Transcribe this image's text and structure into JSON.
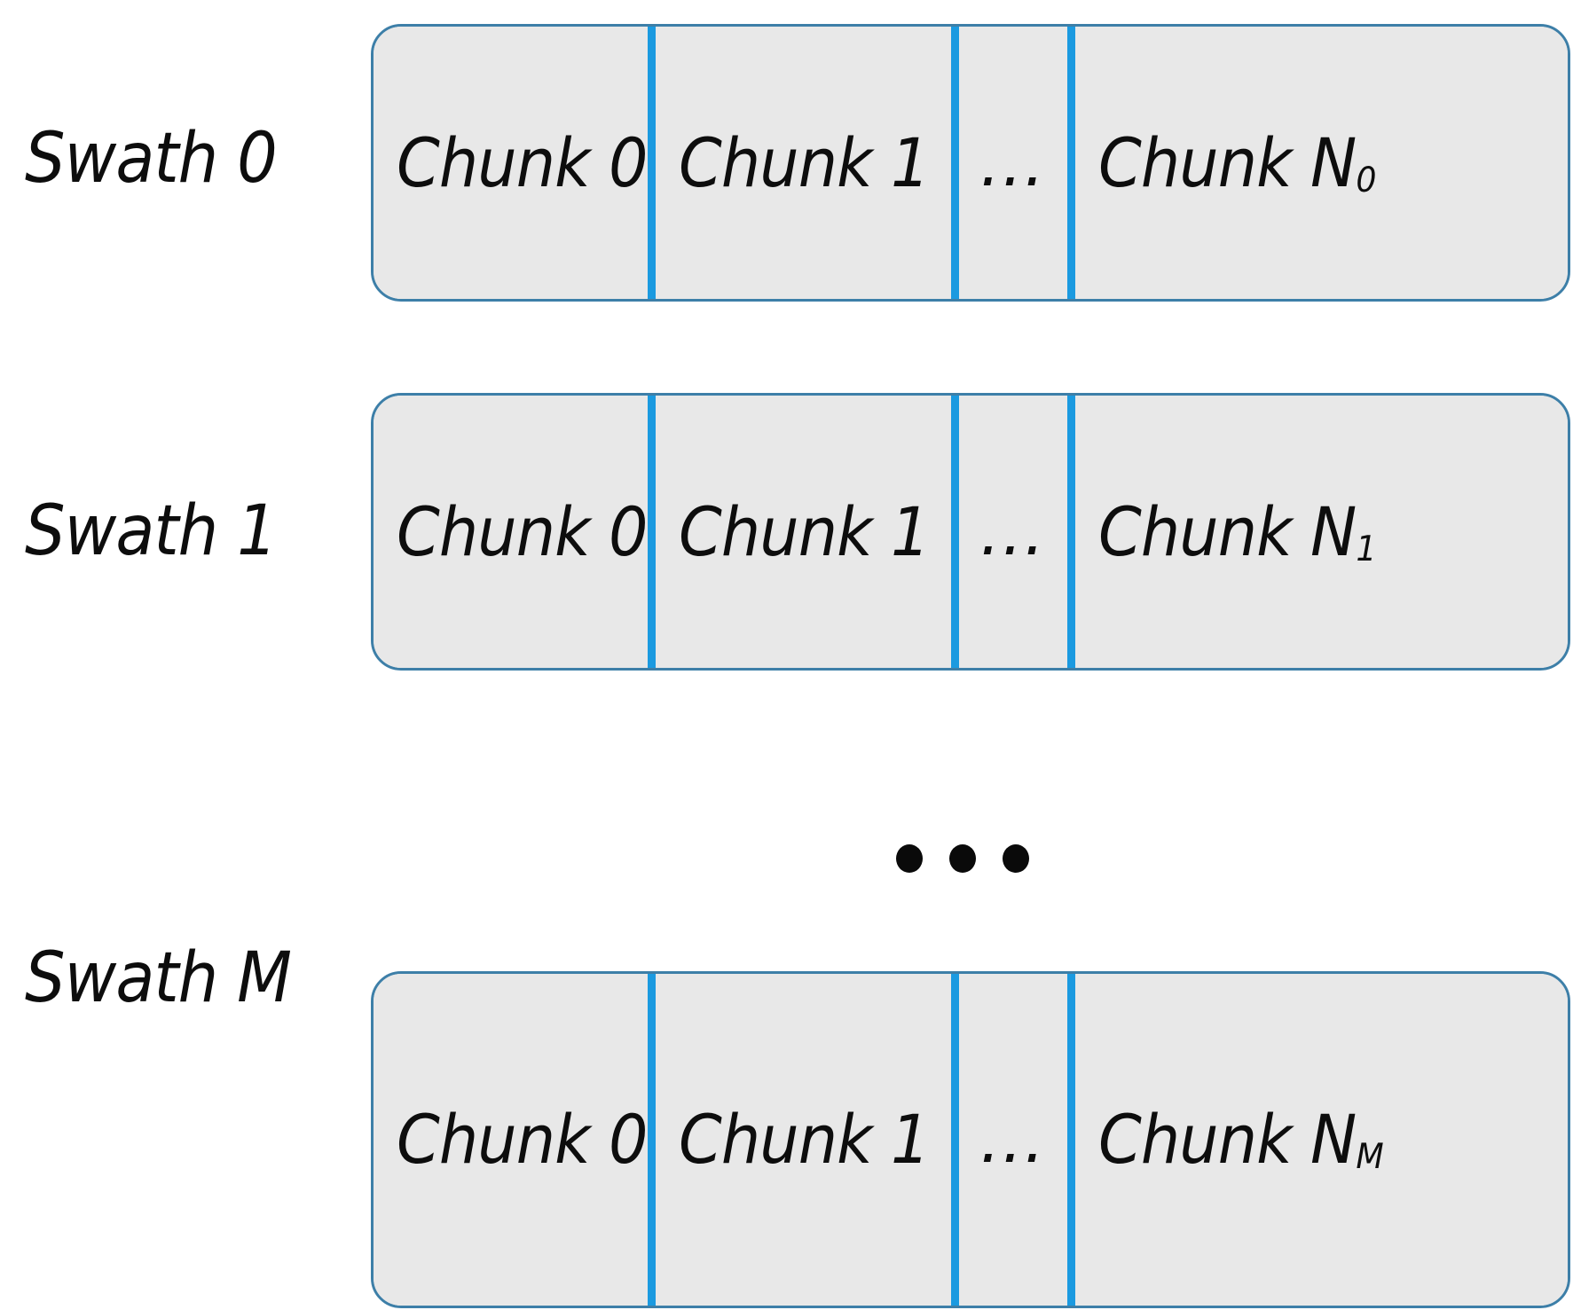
{
  "figure": {
    "title": "Swath and chunk layout diagram",
    "colors": {
      "cell_fill": "#e8e8e8",
      "outer_border": "#3d7fa8",
      "divider": "#1b9ae0",
      "text": "#0d0d0d",
      "background": "#ffffff"
    }
  },
  "rows": [
    {
      "label": "Swath 0",
      "cells": [
        {
          "text": "Chunk 0",
          "base": "Chunk 0",
          "sub": ""
        },
        {
          "text": "Chunk 1",
          "base": "Chunk 1",
          "sub": ""
        },
        {
          "text": "...",
          "base": "...",
          "sub": ""
        },
        {
          "text": "Chunk N0",
          "base": "Chunk N",
          "sub": "0"
        }
      ]
    },
    {
      "label": "Swath 1",
      "cells": [
        {
          "text": "Chunk 0",
          "base": "Chunk 0",
          "sub": ""
        },
        {
          "text": "Chunk 1",
          "base": "Chunk 1",
          "sub": ""
        },
        {
          "text": "...",
          "base": "...",
          "sub": ""
        },
        {
          "text": "Chunk N1",
          "base": "Chunk N",
          "sub": "1"
        }
      ]
    },
    {
      "label": "Swath M",
      "cells": [
        {
          "text": "Chunk 0",
          "base": "Chunk 0",
          "sub": ""
        },
        {
          "text": "Chunk 1",
          "base": "Chunk 1",
          "sub": ""
        },
        {
          "text": "...",
          "base": "...",
          "sub": ""
        },
        {
          "text": "Chunk NM",
          "base": "Chunk N",
          "sub": "M"
        }
      ]
    }
  ],
  "row_continuation": {
    "symbol": "...",
    "dot_count": 3
  }
}
